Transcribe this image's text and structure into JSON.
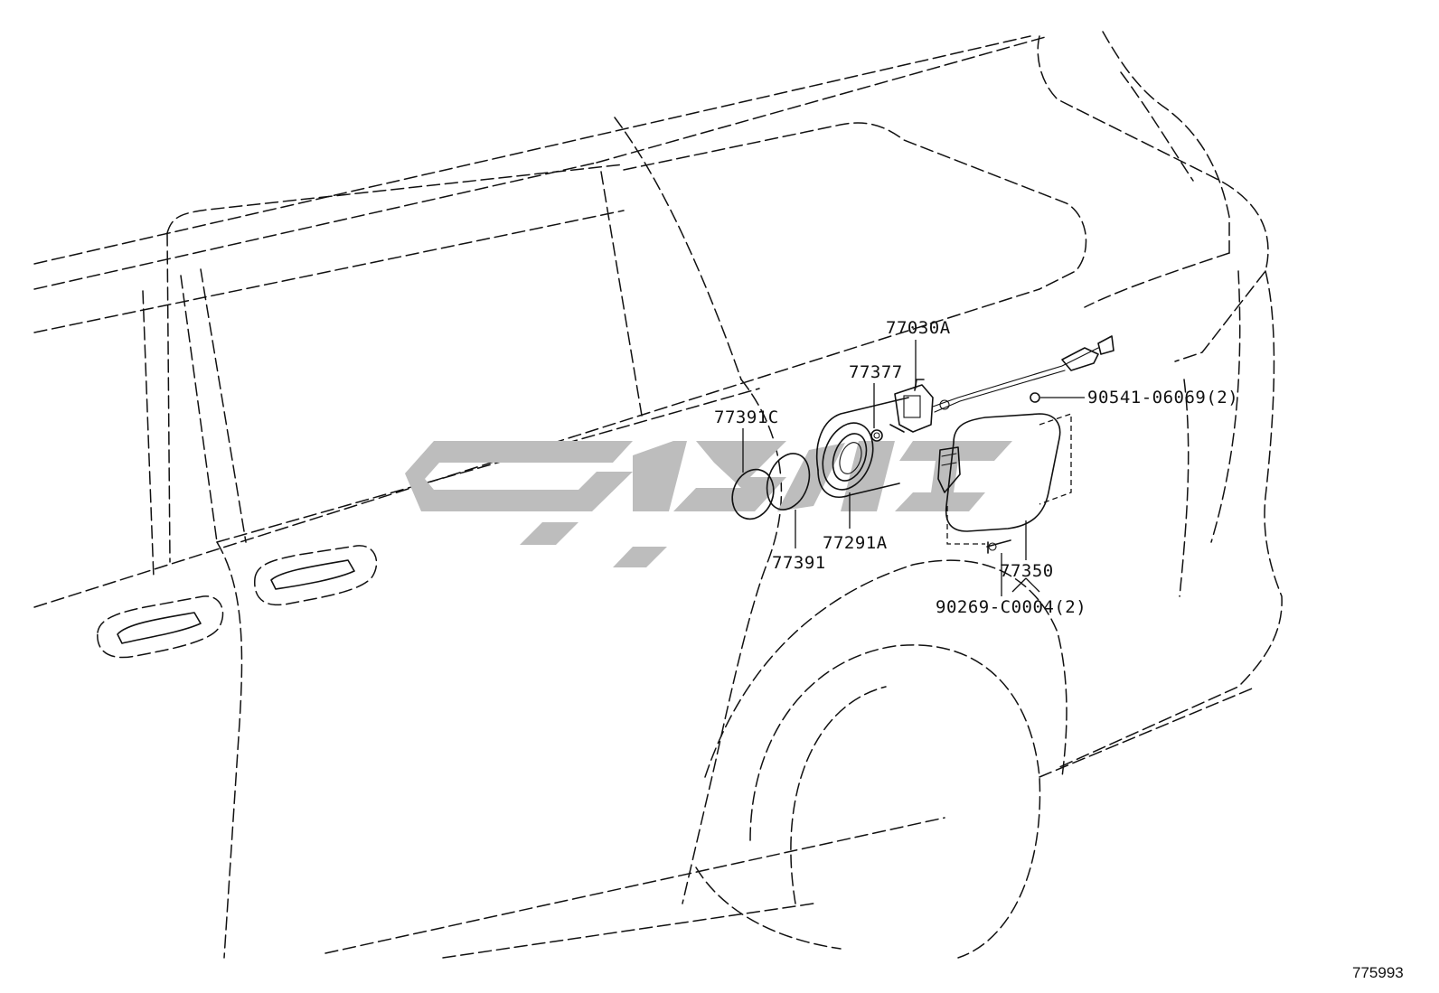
{
  "diagram": {
    "parts": [
      {
        "id": "p77030a",
        "label": "77030A"
      },
      {
        "id": "p77377",
        "label": "77377"
      },
      {
        "id": "p77391c",
        "label": "77391C"
      },
      {
        "id": "p77391",
        "label": "77391"
      },
      {
        "id": "p77291a",
        "label": "77291A"
      },
      {
        "id": "p90541",
        "label": "90541-06069(2)"
      },
      {
        "id": "p77350",
        "label": "77350"
      },
      {
        "id": "p90269",
        "label": "90269-C0004(2)"
      }
    ],
    "figure_number": "775993"
  },
  "colors": {
    "line": "#111111",
    "watermark": "#bdbdbd",
    "background": "#ffffff"
  }
}
